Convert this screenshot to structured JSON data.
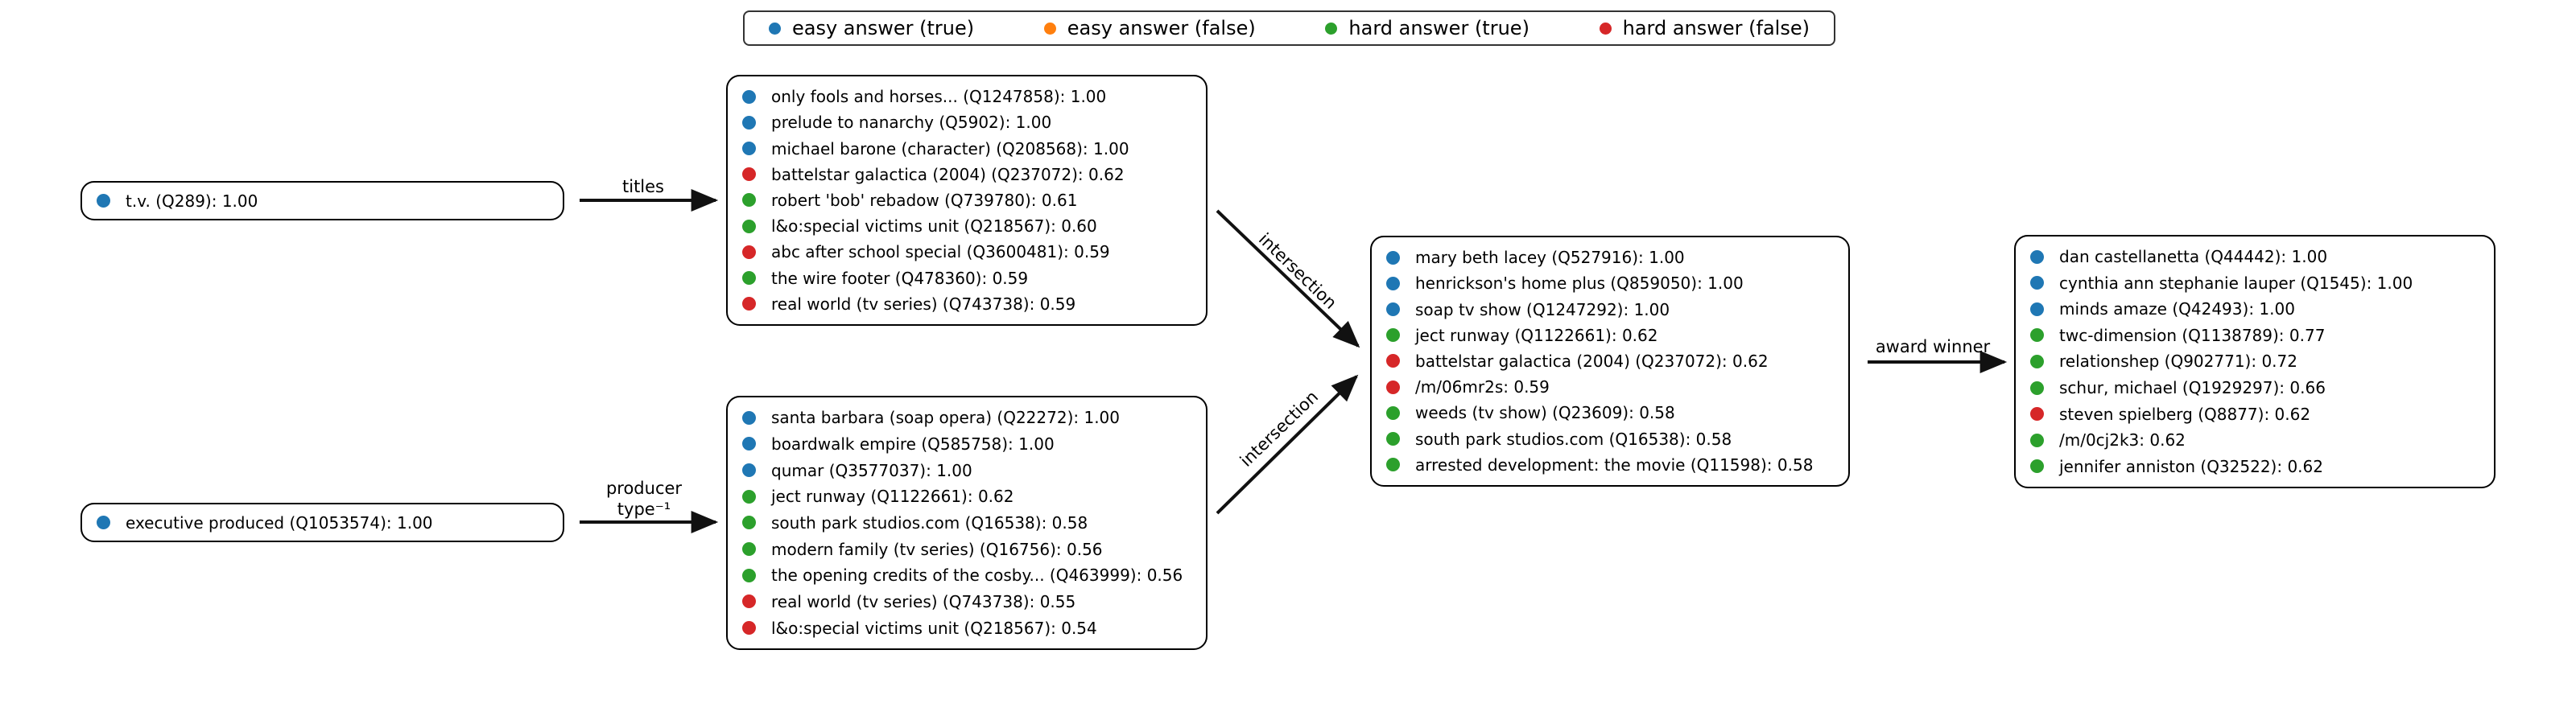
{
  "legend": {
    "items": [
      {
        "label": "easy answer (true)",
        "color": "#1f77b4"
      },
      {
        "label": "easy answer (false)",
        "color": "#ff7f0e"
      },
      {
        "label": "hard answer (true)",
        "color": "#2ca02c"
      },
      {
        "label": "hard answer (false)",
        "color": "#d62728"
      }
    ]
  },
  "edges": {
    "titles_label": "titles",
    "producer_label_line1": "producer",
    "producer_label_line2": "type⁻¹",
    "intersection_top_label": "intersection",
    "intersection_bottom_label": "intersection",
    "award_winner_label": "award winner"
  },
  "nodes": {
    "tv_anchor": {
      "items": [
        {
          "label": "t.v. (Q289): 1.00",
          "color": "#1f77b4"
        }
      ]
    },
    "executive_produced_anchor": {
      "items": [
        {
          "label": "executive produced (Q1053574): 1.00",
          "color": "#1f77b4"
        }
      ]
    },
    "titles_result": {
      "items": [
        {
          "label": "only fools and horses... (Q1247858): 1.00",
          "color": "#1f77b4"
        },
        {
          "label": "prelude to nanarchy (Q5902): 1.00",
          "color": "#1f77b4"
        },
        {
          "label": "michael barone (character) (Q208568): 1.00",
          "color": "#1f77b4"
        },
        {
          "label": "battelstar galactica (2004) (Q237072): 0.62",
          "color": "#d62728"
        },
        {
          "label": "robert 'bob' rebadow (Q739780): 0.61",
          "color": "#2ca02c"
        },
        {
          "label": "l&o:special victims unit (Q218567): 0.60",
          "color": "#2ca02c"
        },
        {
          "label": "abc after school special (Q3600481): 0.59",
          "color": "#d62728"
        },
        {
          "label": "the wire footer (Q478360): 0.59",
          "color": "#2ca02c"
        },
        {
          "label": "real world (tv series) (Q743738): 0.59",
          "color": "#d62728"
        }
      ]
    },
    "producer_type_result": {
      "items": [
        {
          "label": "santa barbara (soap opera) (Q22272): 1.00",
          "color": "#1f77b4"
        },
        {
          "label": "boardwalk empire (Q585758): 1.00",
          "color": "#1f77b4"
        },
        {
          "label": "qumar (Q3577037): 1.00",
          "color": "#1f77b4"
        },
        {
          "label": "ject runway (Q1122661): 0.62",
          "color": "#2ca02c"
        },
        {
          "label": "south park studios.com (Q16538): 0.58",
          "color": "#2ca02c"
        },
        {
          "label": "modern family (tv series) (Q16756): 0.56",
          "color": "#2ca02c"
        },
        {
          "label": "the opening credits of the cosby... (Q463999): 0.56",
          "color": "#2ca02c"
        },
        {
          "label": "real world (tv series) (Q743738): 0.55",
          "color": "#d62728"
        },
        {
          "label": "l&o:special victims unit (Q218567): 0.54",
          "color": "#d62728"
        }
      ]
    },
    "intersection_result": {
      "items": [
        {
          "label": "mary beth lacey (Q527916): 1.00",
          "color": "#1f77b4"
        },
        {
          "label": "henrickson's home plus (Q859050): 1.00",
          "color": "#1f77b4"
        },
        {
          "label": "soap tv show (Q1247292): 1.00",
          "color": "#1f77b4"
        },
        {
          "label": "ject runway (Q1122661): 0.62",
          "color": "#2ca02c"
        },
        {
          "label": "battelstar galactica (2004) (Q237072): 0.62",
          "color": "#d62728"
        },
        {
          "label": "/m/06mr2s: 0.59",
          "color": "#d62728"
        },
        {
          "label": "weeds (tv show) (Q23609): 0.58",
          "color": "#2ca02c"
        },
        {
          "label": "south park studios.com (Q16538): 0.58",
          "color": "#2ca02c"
        },
        {
          "label": "arrested development: the movie (Q11598): 0.58",
          "color": "#2ca02c"
        }
      ]
    },
    "award_winner_result": {
      "items": [
        {
          "label": "dan castellanetta (Q44442): 1.00",
          "color": "#1f77b4"
        },
        {
          "label": "cynthia ann stephanie lauper (Q1545): 1.00",
          "color": "#1f77b4"
        },
        {
          "label": "minds amaze (Q42493): 1.00",
          "color": "#1f77b4"
        },
        {
          "label": "twc-dimension (Q1138789): 0.77",
          "color": "#2ca02c"
        },
        {
          "label": "relationshep (Q902771): 0.72",
          "color": "#2ca02c"
        },
        {
          "label": "schur, michael (Q1929297): 0.66",
          "color": "#2ca02c"
        },
        {
          "label": "steven spielberg (Q8877): 0.62",
          "color": "#d62728"
        },
        {
          "label": "/m/0cj2k3: 0.62",
          "color": "#2ca02c"
        },
        {
          "label": "jennifer anniston (Q32522): 0.62",
          "color": "#2ca02c"
        }
      ]
    }
  }
}
